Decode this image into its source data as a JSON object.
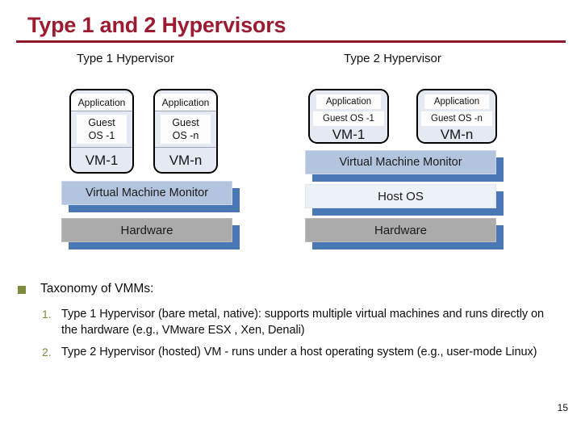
{
  "slide": {
    "title": "Type 1 and 2 Hypervisors",
    "page_number": "15",
    "accent_color": "#9B1B30",
    "rule_color": "#8B1A2B",
    "marker_color": "#7D8B3F"
  },
  "diagram": {
    "type1": {
      "heading": "Type 1 Hypervisor",
      "vms": [
        {
          "app": "Application",
          "guest_os": "Guest\nOS -1",
          "guest_os_line1": "Guest",
          "guest_os_line2": "OS -1",
          "label": "VM-1"
        },
        {
          "app": "Application",
          "guest_os": "Guest\nOS -n",
          "guest_os_line1": "Guest",
          "guest_os_line2": "OS -n",
          "label": "VM-n"
        }
      ],
      "layers": [
        {
          "label": "Virtual Machine Monitor",
          "fill": "#B3C4DE"
        },
        {
          "label": "Hardware",
          "fill": "#ABABAB"
        }
      ]
    },
    "type2": {
      "heading": "Type 2 Hypervisor",
      "vms": [
        {
          "app": "Application",
          "guest_os": "Guest OS -1",
          "label": "VM-1"
        },
        {
          "app": "Application",
          "guest_os": "Guest OS -n",
          "label": "VM-n"
        }
      ],
      "layers": [
        {
          "label": "Virtual Machine Monitor",
          "fill": "#B3C4DE"
        },
        {
          "label": "Host OS",
          "fill": "#EDF1F8"
        },
        {
          "label": "Hardware",
          "fill": "#ABABAB"
        }
      ]
    },
    "shadow_color": "#4A78B5"
  },
  "body": {
    "lead": "Taxonomy of VMMs:",
    "items": [
      {
        "number": "1.",
        "text": "Type 1 Hypervisor (bare metal, native): supports multiple virtual machines and runs directly on the hardware (e.g., VMware ESX , Xen, Denali)"
      },
      {
        "number": "2.",
        "text": "Type 2 Hypervisor (hosted) VM - runs under a host operating system (e.g., user-mode Linux)"
      }
    ]
  }
}
